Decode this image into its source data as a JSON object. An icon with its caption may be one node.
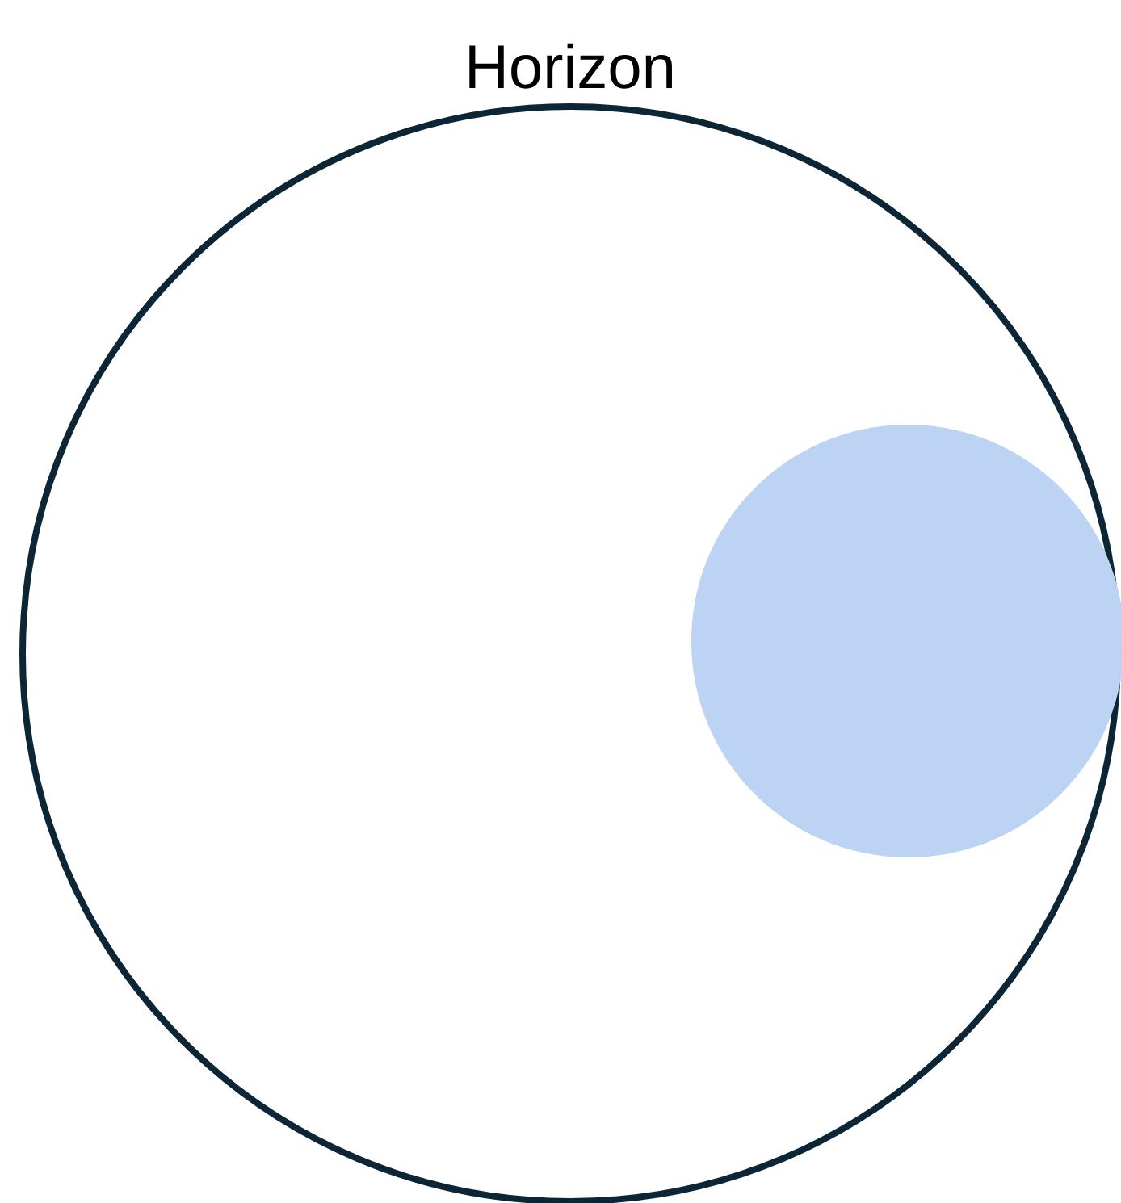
{
  "diagram": {
    "nodes": [
      {
        "text": [
          "Horizon"
        ]
      },
      {
        "text": [],
        "shape": "circle",
        "in": 0
      }
    ]
  }
}
